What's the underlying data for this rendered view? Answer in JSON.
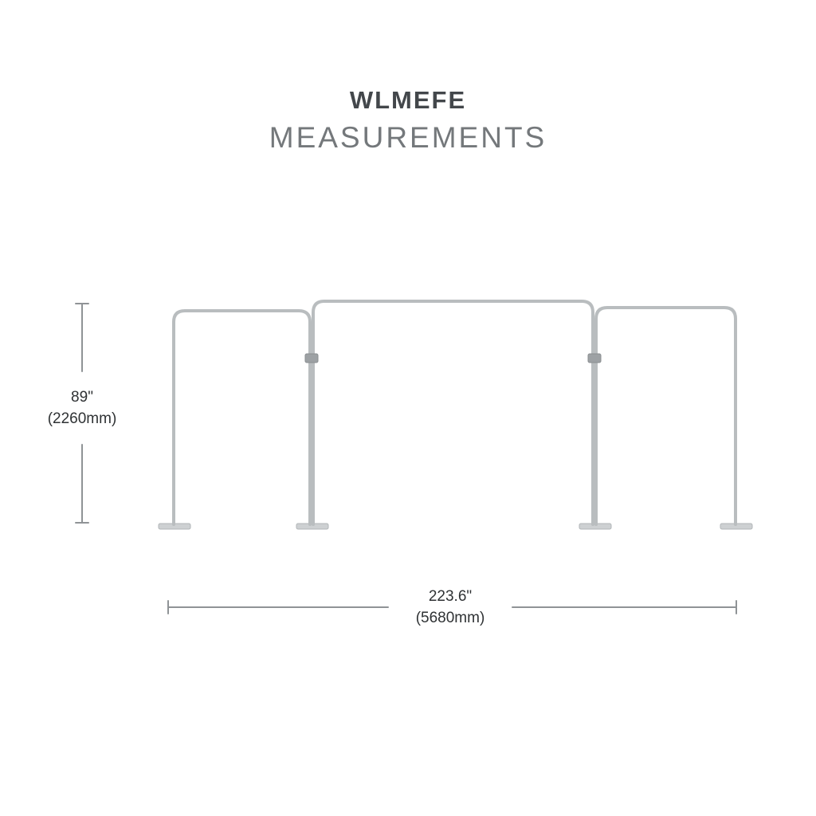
{
  "title": {
    "line1": "WLMEFE",
    "line2": "MEASUREMENTS"
  },
  "dimensions": {
    "height": {
      "imperial": "89\"",
      "metric": "(2260mm)"
    },
    "width": {
      "imperial": "223.6\"",
      "metric": "(5680mm)"
    }
  },
  "diagram": {
    "description": "Three-panel tension fabric display frame, front view",
    "panels": [
      "left-panel",
      "center-panel",
      "right-panel"
    ],
    "colors": {
      "frame": "#b9bdbf",
      "feet": "#cdd0d2",
      "clip": "#9da1a4",
      "dimension_line": "#8f9396",
      "text": "#2f3234",
      "title_primary": "#43474b",
      "title_secondary": "#74787b"
    }
  }
}
